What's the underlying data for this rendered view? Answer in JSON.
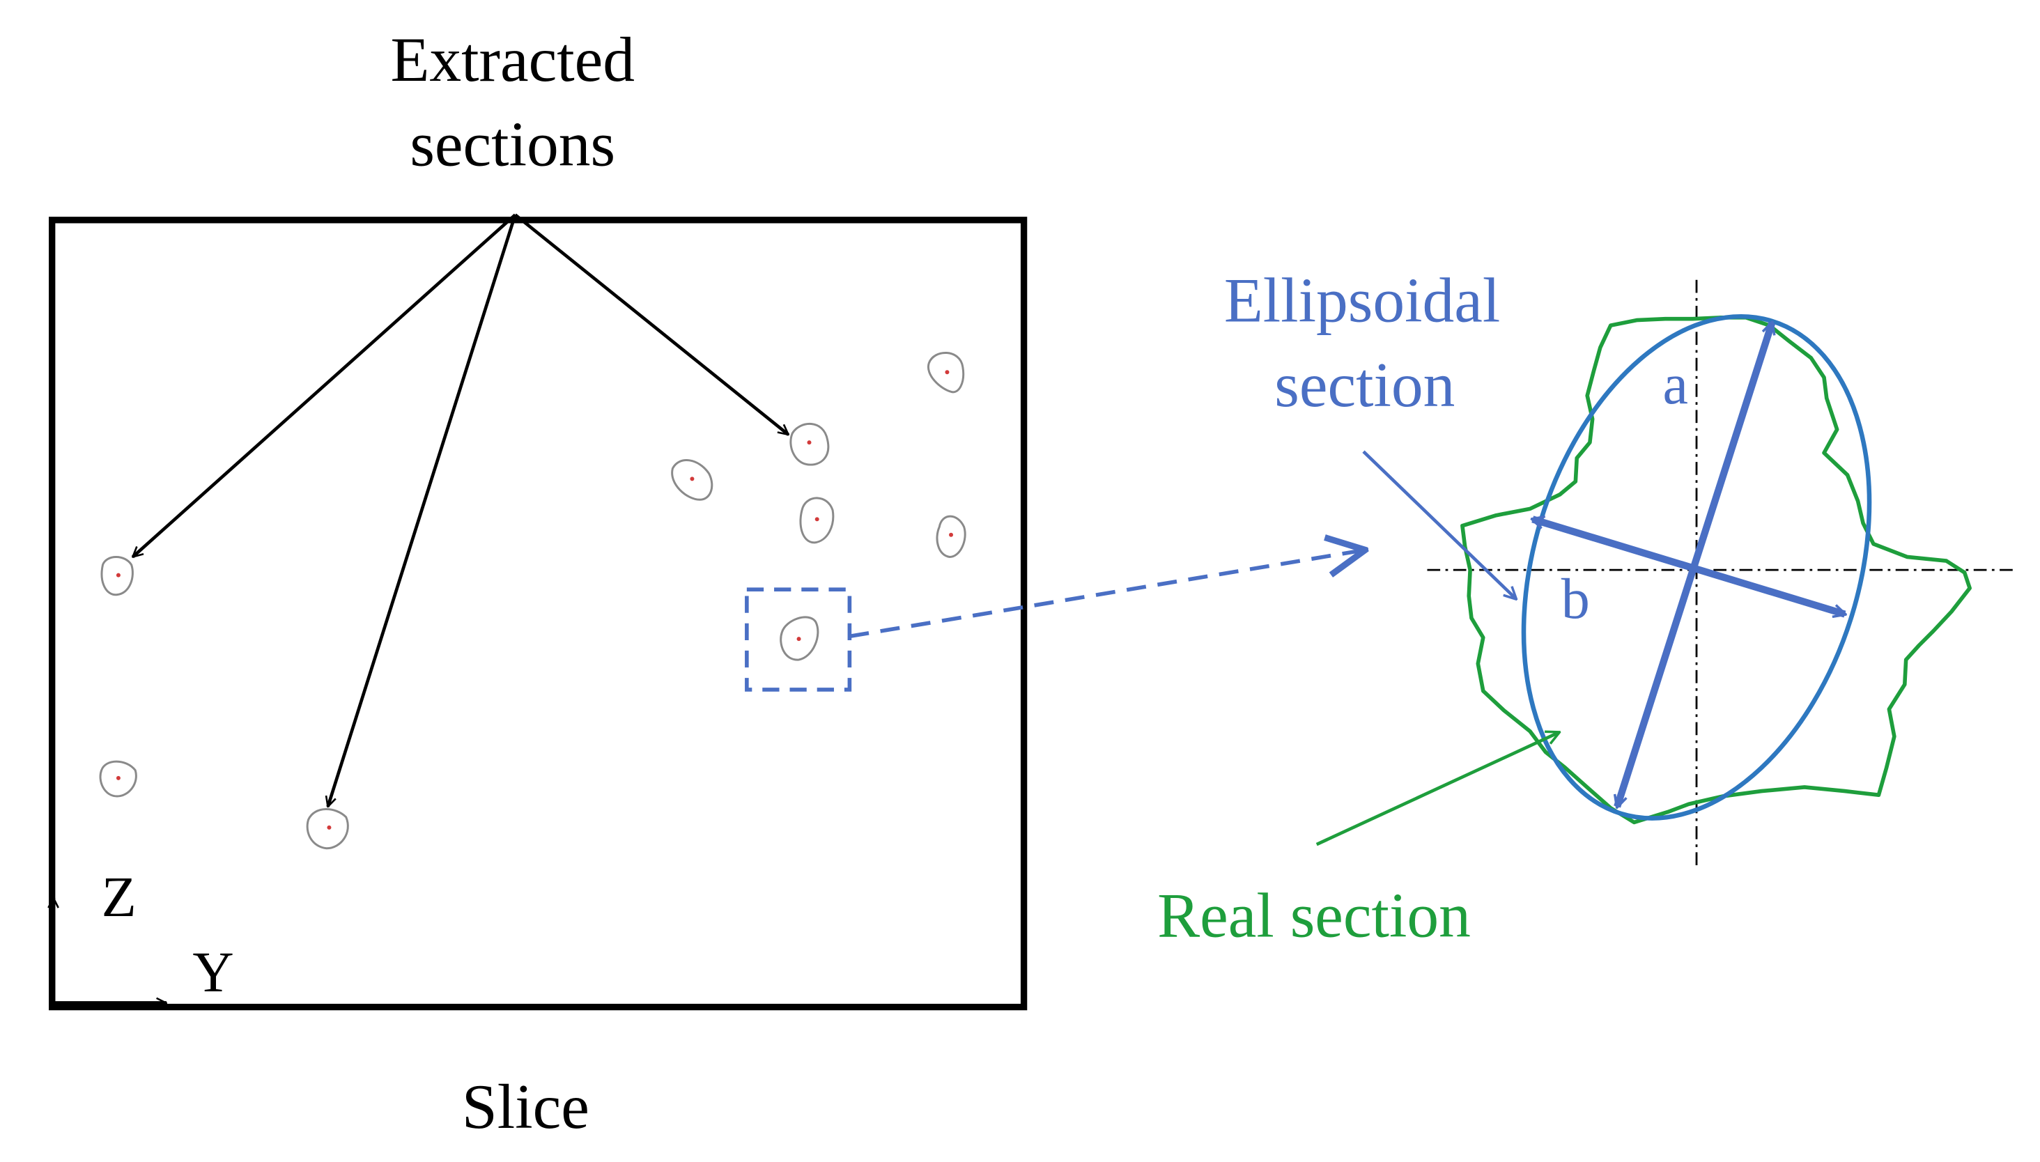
{
  "labels": {
    "extracted_line1": "Extracted",
    "extracted_line2": "sections",
    "slice": "Slice",
    "axis_z": "Z",
    "axis_y": "Y",
    "ellipsoidal_line1": "Ellipsoidal",
    "ellipsoidal_line2": "section",
    "real_section": "Real section",
    "axis_a": "a",
    "axis_b": "b"
  },
  "colors": {
    "black": "#000000",
    "blue_text": "#4a6fc4",
    "ellipse": "#2e78c0",
    "real": "#1e9e3c",
    "section_outline": "#8a8a8a",
    "section_center": "#d23a3a"
  }
}
